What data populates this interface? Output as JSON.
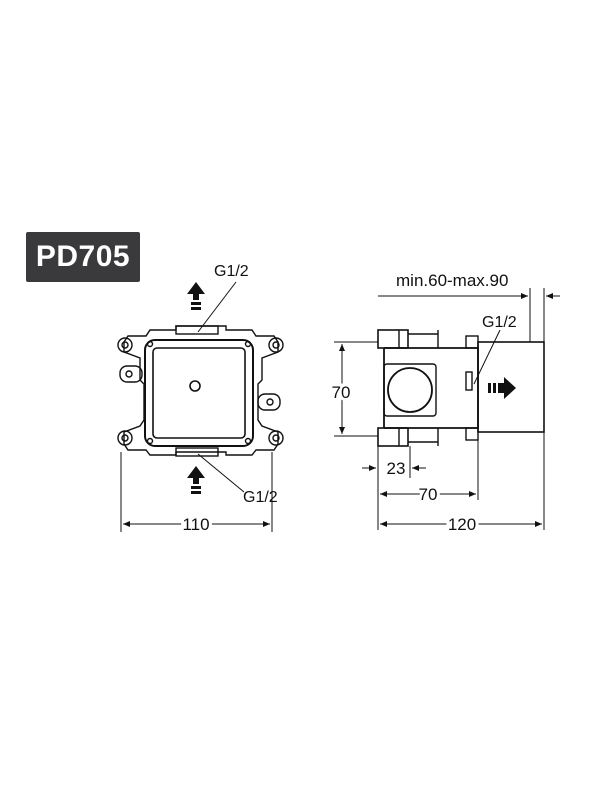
{
  "model": "PD705",
  "front_view": {
    "outlet_top_label": "G1/2",
    "inlet_bottom_label": "G1/2",
    "width_dim": "110"
  },
  "side_view": {
    "depth_range_label": "min.60-max.90",
    "outlet_label": "G1/2",
    "height_dim": "70",
    "offset_dim": "23",
    "body_depth_dim": "70",
    "total_depth_dim": "120"
  },
  "colors": {
    "badge_bg": "#3a3a3c",
    "line": "#111111"
  },
  "icons": [
    "flow-arrow-up-icon",
    "flow-arrow-right-icon"
  ]
}
